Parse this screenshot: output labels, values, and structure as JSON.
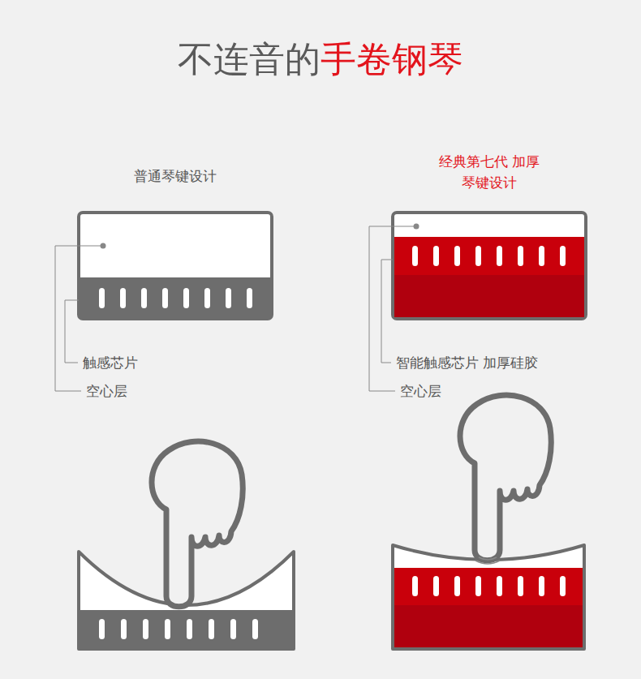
{
  "diagram": {
    "title": "不连音的手卷钢琴",
    "nodes": [
      {
        "text": [
          "普通琴键设计"
        ]
      },
      {
        "text": [
          "经典第七代 加厚琴键设计"
        ]
      }
    ],
    "labels": [
      "触感芯片",
      "空心层",
      "智能触感芯片 加厚硅胶",
      "空心层"
    ]
  }
}
